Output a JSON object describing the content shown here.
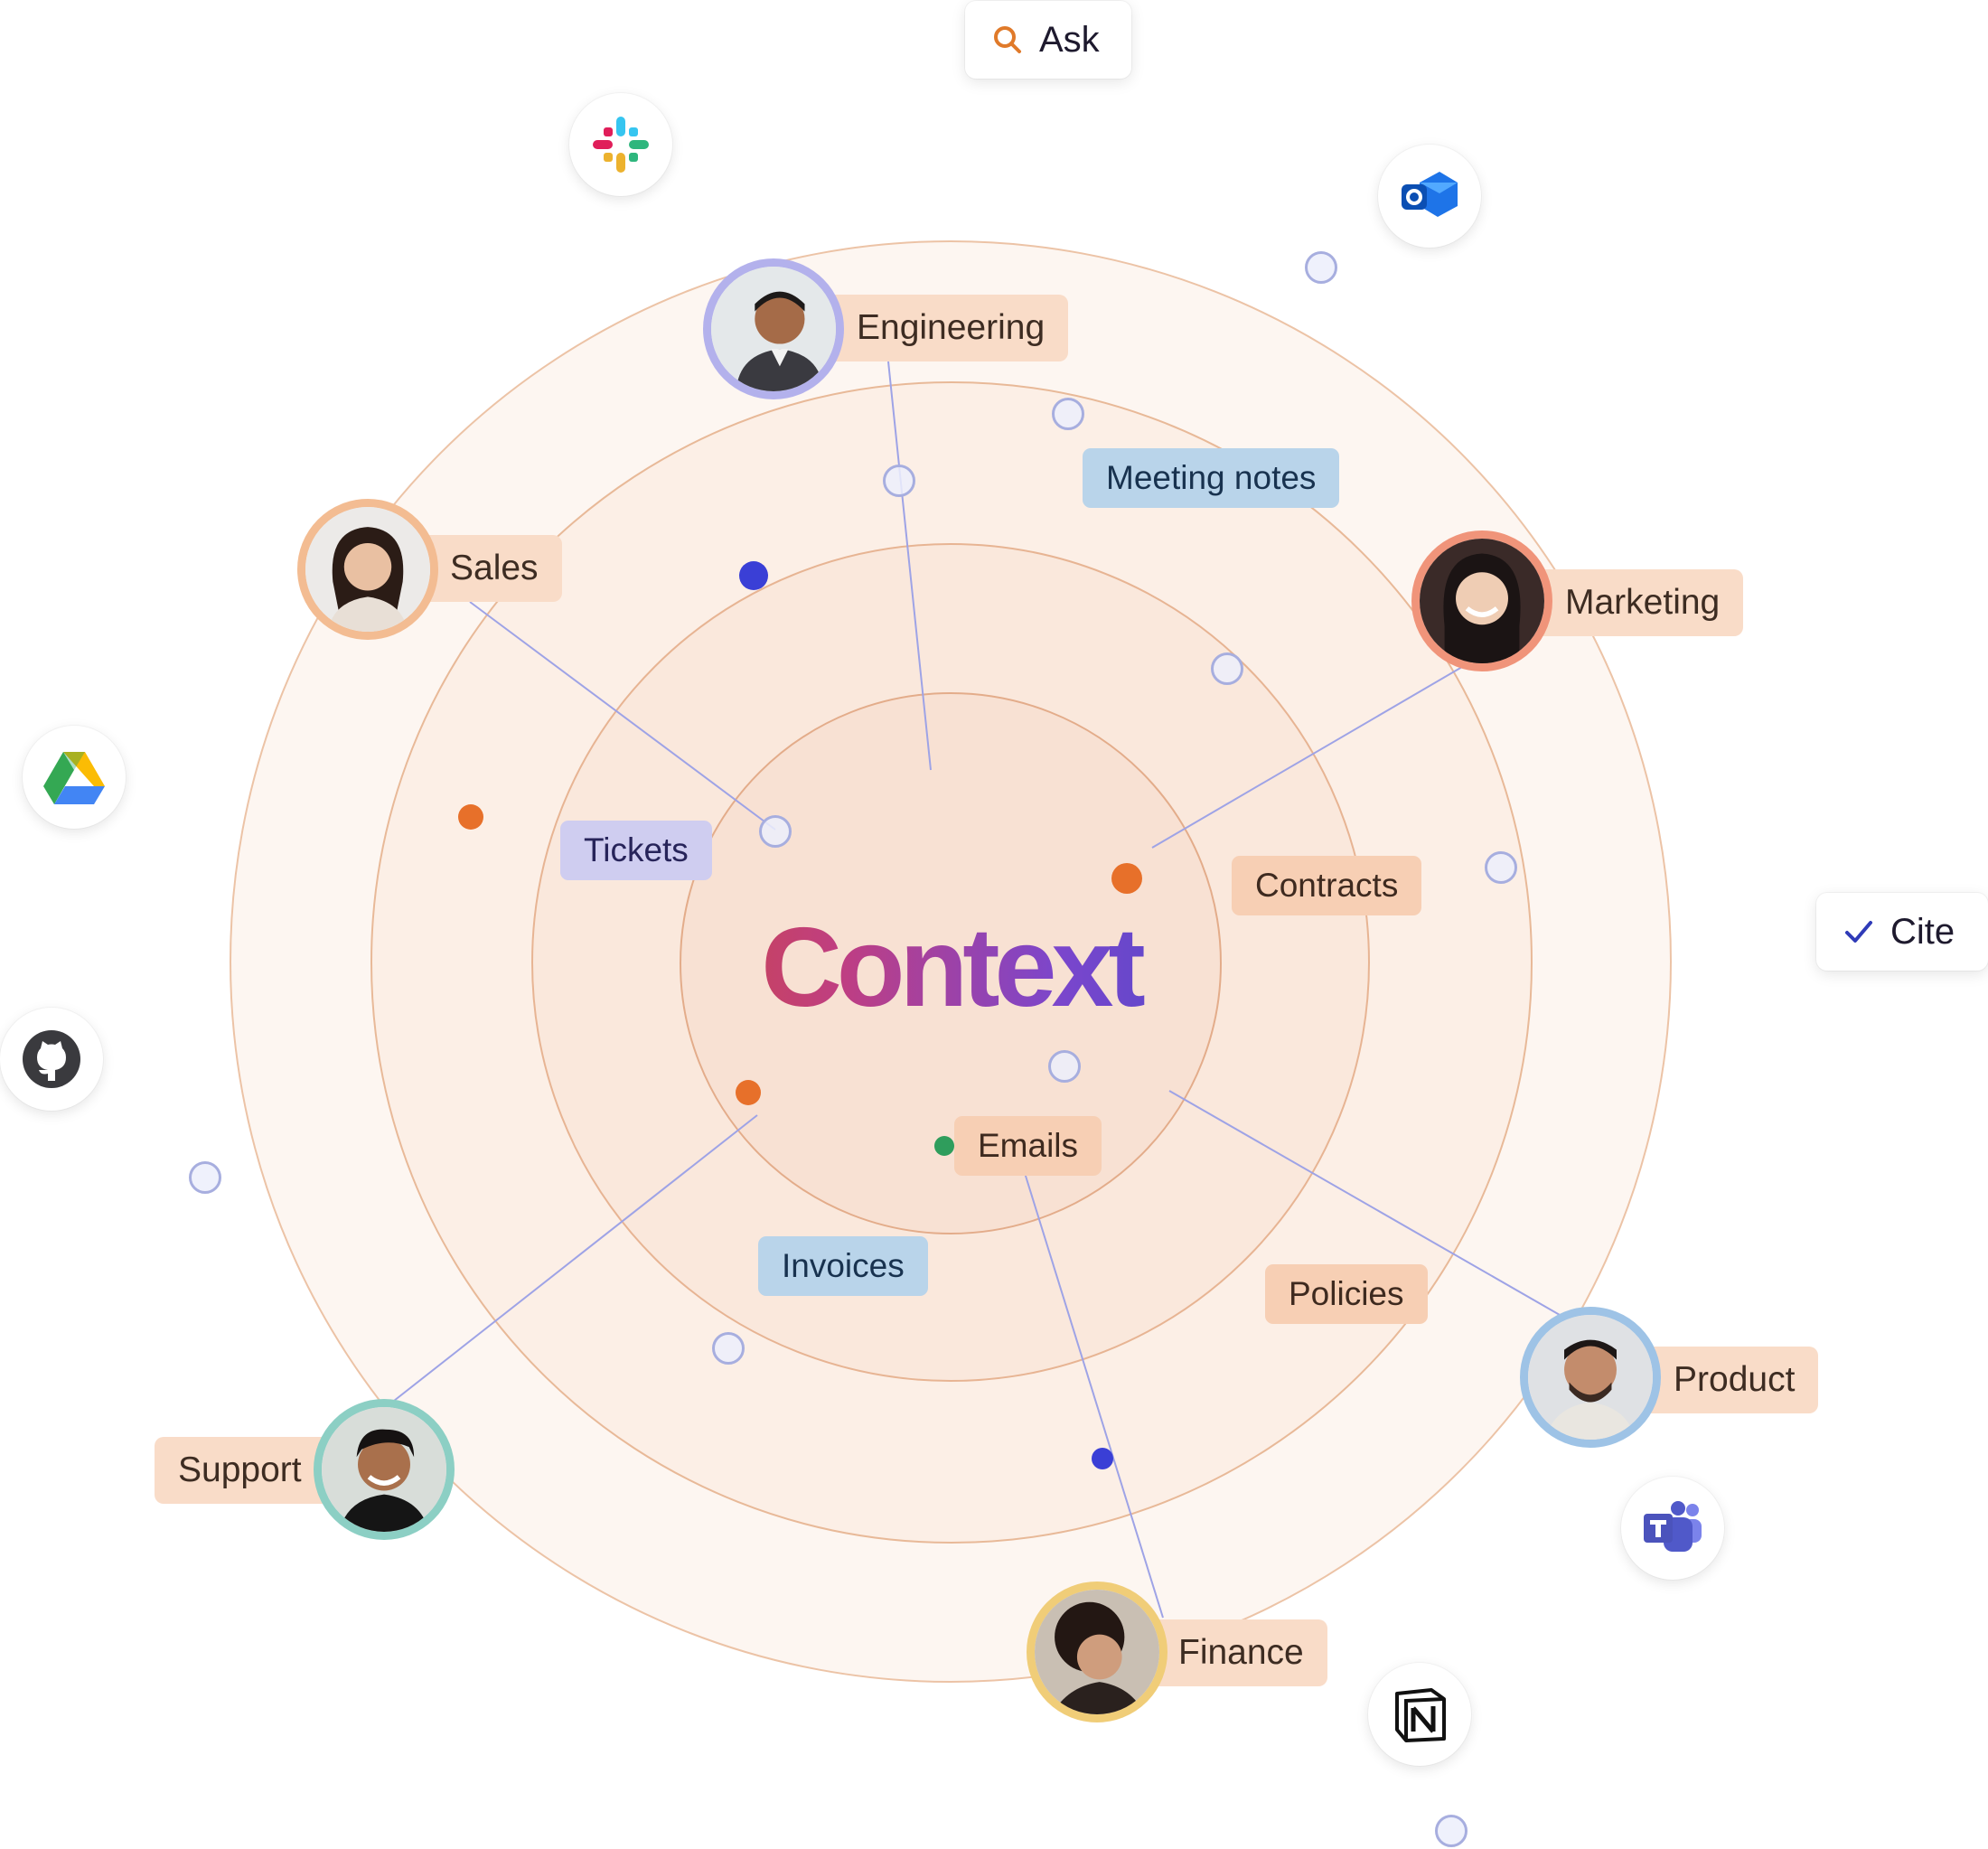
{
  "center": {
    "title": "Context"
  },
  "actions": {
    "ask": "Ask",
    "cite": "Cite"
  },
  "teams": [
    {
      "id": "engineering",
      "label": "Engineering",
      "ring_color": "#b3b1ec"
    },
    {
      "id": "sales",
      "label": "Sales",
      "ring_color": "#f3bc92"
    },
    {
      "id": "marketing",
      "label": "Marketing",
      "ring_color": "#f0947a"
    },
    {
      "id": "product",
      "label": "Product",
      "ring_color": "#9ec3e6"
    },
    {
      "id": "finance",
      "label": "Finance",
      "ring_color": "#f0cd78"
    },
    {
      "id": "support",
      "label": "Support",
      "ring_color": "#8ccfc4"
    }
  ],
  "tags": {
    "meeting_notes": "Meeting notes",
    "tickets": "Tickets",
    "contracts": "Contracts",
    "emails": "Emails",
    "invoices": "Invoices",
    "policies": "Policies"
  },
  "apps": [
    "slack-icon",
    "outlook-icon",
    "google-drive-icon",
    "github-icon",
    "microsoft-teams-icon",
    "notion-icon"
  ],
  "colors": {
    "accent_orange": "#e7702a",
    "accent_blue": "#3a3fd6",
    "accent_green": "#2f9d5c",
    "link_line": "#9ea3e6"
  }
}
